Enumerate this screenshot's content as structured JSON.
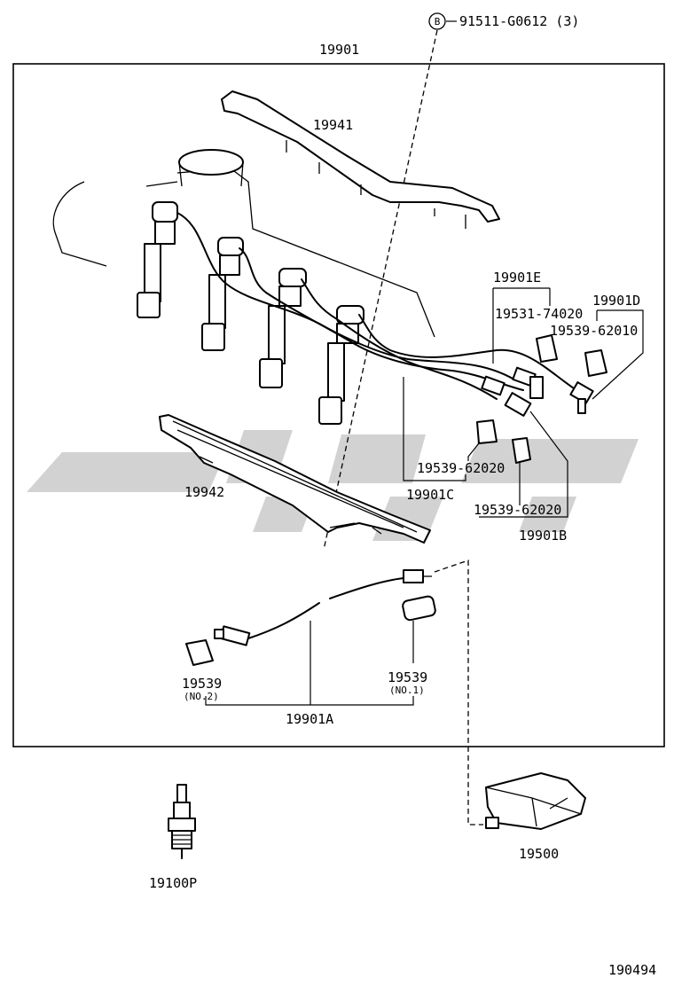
{
  "diagram_id": "190494",
  "bolt": {
    "symbol": "B",
    "part": "91511-G0612 (3)"
  },
  "colors": {
    "line": "#000000",
    "watermark": "#d2d2d2",
    "background": "#ffffff"
  },
  "labels": {
    "assembly": "19901",
    "cover_upper": "19941",
    "clamp_lower": "19942",
    "cord_e": "19901E",
    "cord_d": "19901D",
    "cap_e": "19531-74020",
    "cap_d": "19539-62010",
    "cap_c": "19539-62020",
    "cord_c": "19901C",
    "cap_b": "19539-62020",
    "cord_b": "19901B",
    "cap_no2": "19539",
    "cap_no2_sub": "(NO.2)",
    "cap_no1": "19539",
    "cap_no1_sub": "(NO.1)",
    "cord_a": "19901A",
    "coil": "19500",
    "spark_plug": "19100P"
  }
}
